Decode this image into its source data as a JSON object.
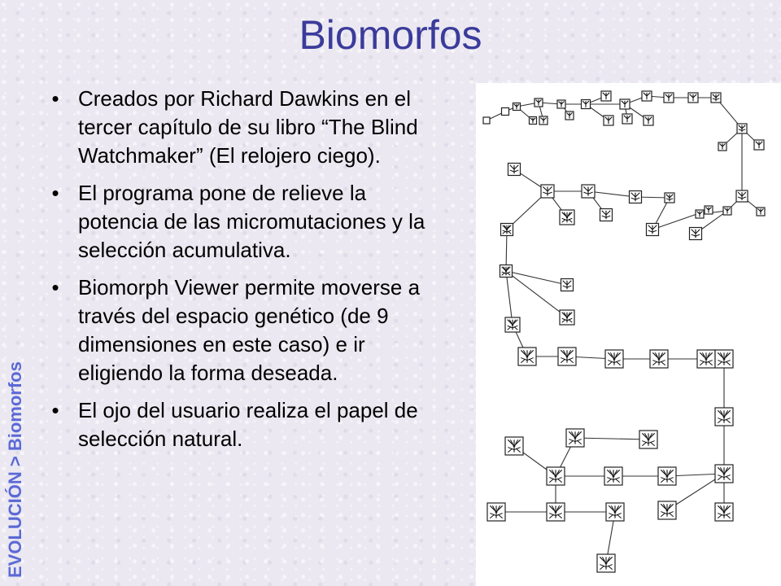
{
  "slide": {
    "title": "Biomorfos",
    "side_label": "EVOLUCIÓN > Biomorfos",
    "bullet_symbol": "•",
    "bullets": [
      "Creados por Richard Dawkins en el tercer capítulo de su libro “The Blind Watchmaker” (El relojero ciego).",
      "El programa pone de relieve la potencia de las micromutaciones y la selección acumulativa.",
      "Biomorph Viewer permite moverse a través del espacio genético (de 9 dimensiones en este caso) e ir eligiendo la forma deseada.",
      "El ojo del usuario realiza el papel de selección natural."
    ]
  },
  "colors": {
    "title": "#3b3b9b",
    "side_label": "#5b69d6",
    "background": "#ebe8f1"
  }
}
